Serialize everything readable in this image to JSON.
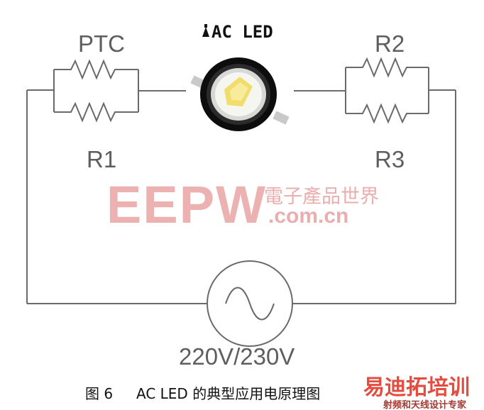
{
  "diagram": {
    "title": "AC LED",
    "labels": {
      "ptc": "PTC",
      "r1": "R1",
      "r2": "R2",
      "r3": "R3",
      "source": "220V/230V"
    }
  },
  "watermark": {
    "brand": "EEPW",
    "cn": "電子產品世界",
    "domain": ".com.cn"
  },
  "caption": {
    "figure": "图 6",
    "text": "AC  LED 的典型应用电原理图"
  },
  "watermark2": {
    "brand": "易迪拓培训",
    "sub": "射频和天线设计专家"
  },
  "colors": {
    "wire": "#6a6a6a",
    "watermark_red": "#e8a3a3",
    "watermark2_red": "#e0392b",
    "led_ring": "#0d0d0d",
    "led_chip": "#f3e27a"
  }
}
